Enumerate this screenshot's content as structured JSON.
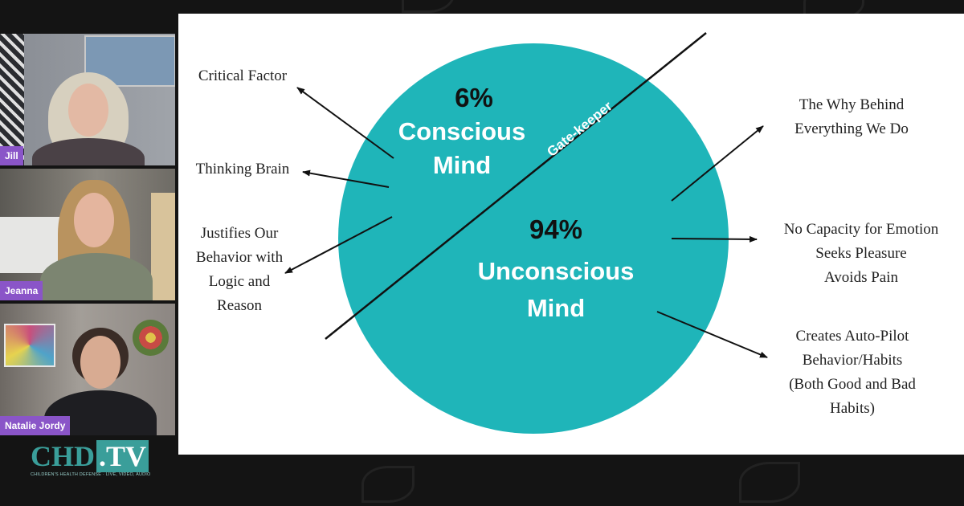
{
  "participants": [
    {
      "name": "Jill"
    },
    {
      "name": "Jeanna"
    },
    {
      "name": "Natalie Jordy"
    }
  ],
  "slide": {
    "conscious_percent": "6%",
    "conscious_line1": "Conscious",
    "conscious_line2": "Mind",
    "unconscious_percent": "94%",
    "unconscious_line1": "Unconscious",
    "unconscious_line2": "Mind",
    "gatekeeper": "Gate-keeper",
    "left_labels": {
      "critical_factor": "Critical Factor",
      "thinking_brain": "Thinking Brain",
      "justifies": [
        "Justifies Our",
        "Behavior with",
        "Logic and",
        "Reason"
      ]
    },
    "right_labels": {
      "why_behind": [
        "The Why Behind",
        "Everything We Do"
      ],
      "no_capacity": [
        "No Capacity for Emotion",
        "Seeks Pleasure",
        "Avoids Pain"
      ],
      "auto_pilot": [
        "Creates Auto-Pilot",
        "Behavior/Habits",
        "(Both Good and Bad",
        "Habits)"
      ]
    },
    "circle_color": "#1fb5b9"
  },
  "logo": {
    "main": "CHD",
    "tv": ".TV",
    "tagline": "CHILDREN'S HEALTH DEFENSE · LIVE, VIDEO, AUDIO"
  },
  "colors": {
    "name_badge": "#8a55c8",
    "logo_teal": "#3a9e9a"
  }
}
